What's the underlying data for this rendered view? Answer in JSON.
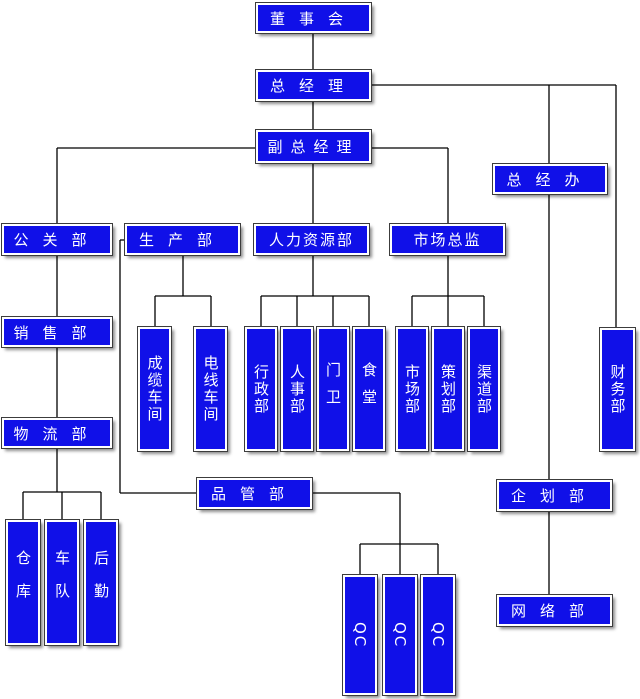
{
  "colors": {
    "box_fill": "#1010e8",
    "text": "#ffffff",
    "line": "#000000"
  },
  "nodes": {
    "board": "董事会",
    "gm": "总经理",
    "deputy_gm": "副总经理",
    "gm_office": "总经办",
    "pr": "公关部",
    "production": "生产部",
    "hr": "人力资源部",
    "market_director": "市场总监",
    "sales": "销售部",
    "logistics": "物流部",
    "warehouse": "仓库",
    "fleet": "车队",
    "logistics_support": "后勤",
    "forming_workshop": "成缆车间",
    "wire_workshop": "电线车间",
    "admin": "行政部",
    "personnel": "人事部",
    "guard": "门卫",
    "canteen": "食堂",
    "marketing": "市场部",
    "planning": "策划部",
    "channel": "渠道部",
    "finance": "财务部",
    "qc_dept": "品管部",
    "qc1": "QC",
    "qc2": "QC",
    "qc3": "QC",
    "enterprise_planning": "企划部",
    "network": "网络部"
  }
}
